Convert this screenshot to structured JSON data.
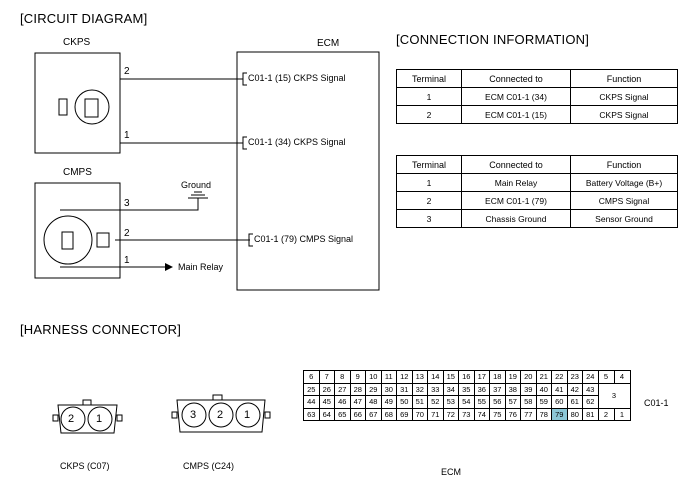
{
  "circuit": {
    "title": "[CIRCUIT DIAGRAM]",
    "ckps_label": "CKPS",
    "cmps_label": "CMPS",
    "ecm_label": "ECM",
    "ground_label": "Ground",
    "main_relay_label": "Main Relay",
    "ckps_pin_top": "2",
    "ckps_pin_bottom": "1",
    "cmps_pin_3": "3",
    "cmps_pin_2": "2",
    "cmps_pin_1": "1",
    "ecm_pin_ckps_15": "C01-1 (15)  CKPS Signal",
    "ecm_pin_ckps_34": "C01-1 (34)  CKPS Signal",
    "ecm_pin_cmps_79": "C01-1 (79)  CMPS Signal"
  },
  "connection": {
    "title": "[CONNECTION INFORMATION]",
    "headers": [
      "Terminal",
      "Connected to",
      "Function"
    ],
    "ckps_rows": [
      [
        "1",
        "ECM C01-1 (34)",
        "CKPS Signal"
      ],
      [
        "2",
        "ECM C01-1 (15)",
        "CKPS Signal"
      ]
    ],
    "cmps_rows": [
      [
        "1",
        "Main Relay",
        "Battery Voltage (B+)"
      ],
      [
        "2",
        "ECM C01-1 (79)",
        "CMPS Signal"
      ],
      [
        "3",
        "Chassis Ground",
        "Sensor Ground"
      ]
    ]
  },
  "harness": {
    "title": "[HARNESS CONNECTOR]",
    "ckps_caption": "CKPS (C07)",
    "cmps_caption": "CMPS (C24)",
    "ecm_caption": "ECM",
    "ecm_connector_id": "C01-1",
    "ckps_pins": [
      "2",
      "1"
    ],
    "cmps_pins": [
      "3",
      "2",
      "1"
    ],
    "ecm_rows": [
      [
        "6",
        "7",
        "8",
        "9",
        "10",
        "11",
        "12",
        "13",
        "14",
        "15",
        "16",
        "17",
        "18",
        "19",
        "20",
        "21",
        "22",
        "23",
        "24"
      ],
      [
        "25",
        "26",
        "27",
        "28",
        "29",
        "30",
        "31",
        "32",
        "33",
        "34",
        "35",
        "36",
        "37",
        "38",
        "39",
        "40",
        "41",
        "42",
        "43"
      ],
      [
        "44",
        "45",
        "46",
        "47",
        "48",
        "49",
        "50",
        "51",
        "52",
        "53",
        "54",
        "55",
        "56",
        "57",
        "58",
        "59",
        "60",
        "61",
        "62"
      ],
      [
        "63",
        "64",
        "65",
        "66",
        "67",
        "68",
        "69",
        "70",
        "71",
        "72",
        "73",
        "74",
        "75",
        "76",
        "77",
        "78",
        "79",
        "80",
        "81"
      ]
    ],
    "ecm_side_pins": [
      "5",
      "4",
      "3",
      "2",
      "1"
    ],
    "highlight_pin": "79",
    "highlight_color": "#8cc7d7"
  }
}
